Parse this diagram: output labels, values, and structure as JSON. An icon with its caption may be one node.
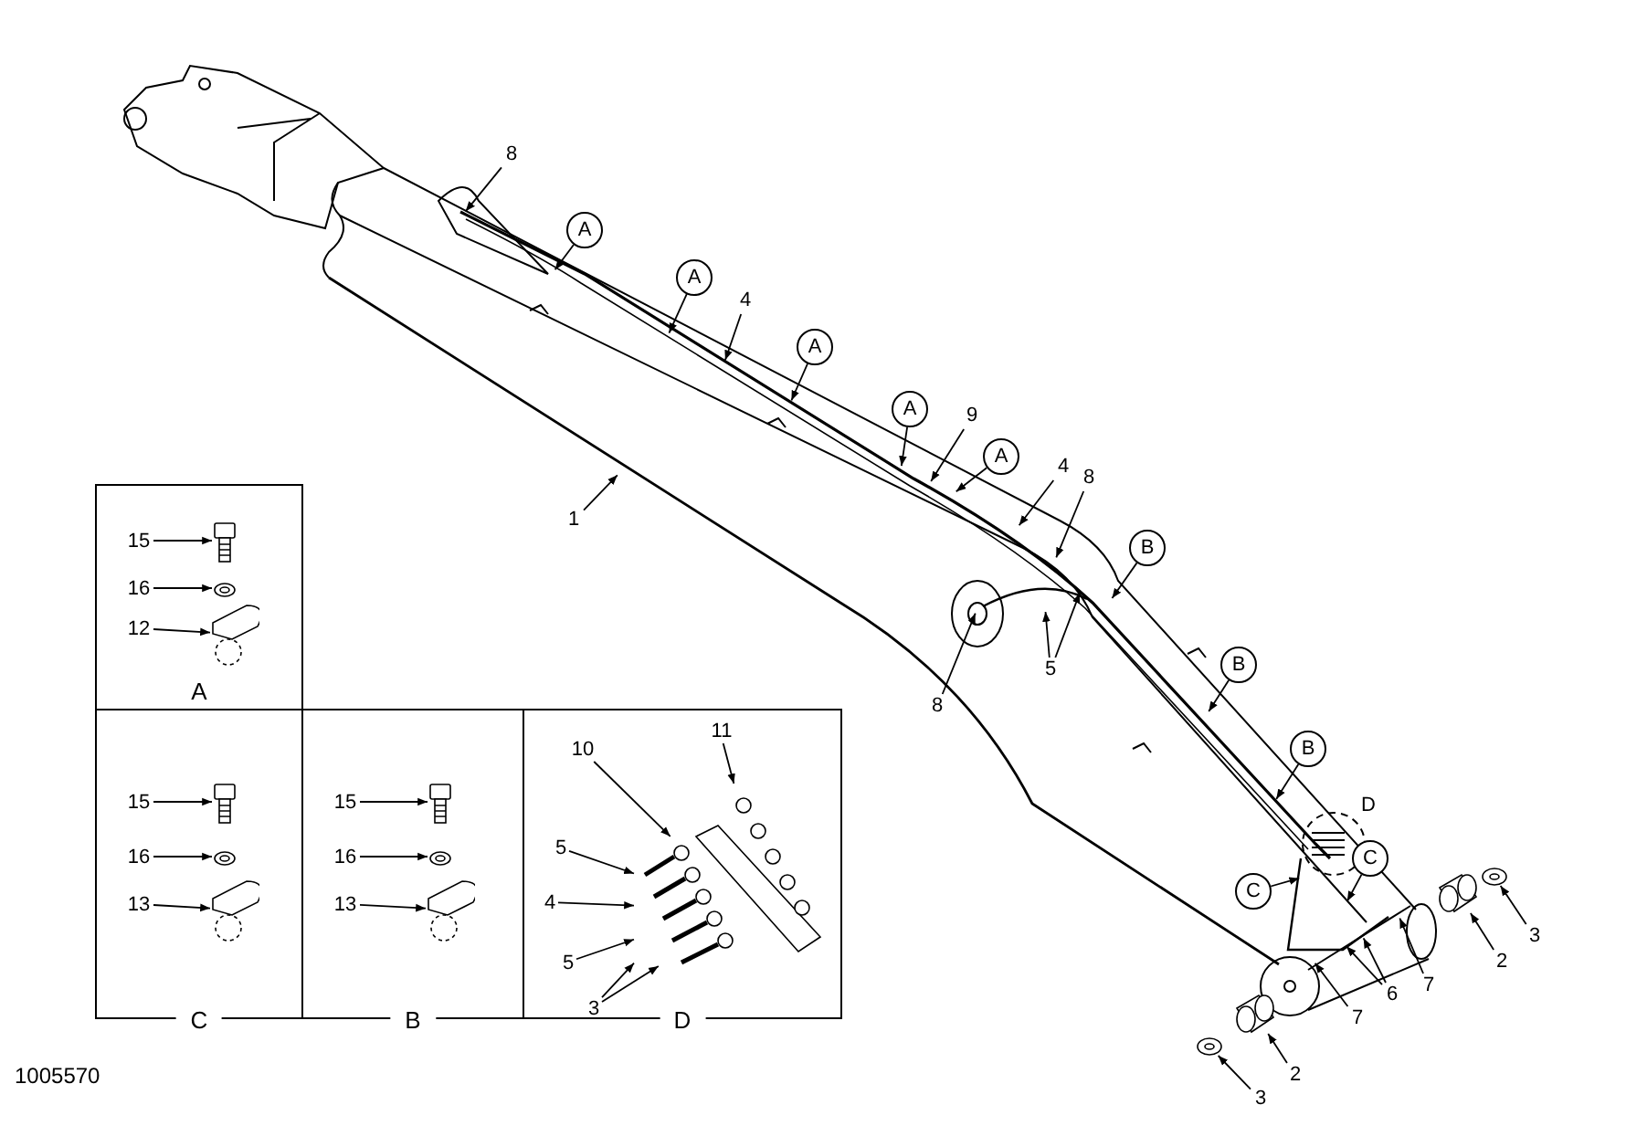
{
  "diagram": {
    "nodes": [
      {
        "text": [
          "8"
        ]
      },
      {
        "text": [
          "A"
        ]
      },
      {
        "text": [
          "A"
        ]
      },
      {
        "text": [
          "4"
        ]
      },
      {
        "text": [
          "A"
        ]
      },
      {
        "text": [
          "1"
        ]
      },
      {
        "text": [
          "A"
        ]
      },
      {
        "text": [
          "9"
        ]
      },
      {
        "text": [
          "A"
        ]
      },
      {
        "text": [
          "4"
        ]
      },
      {
        "text": [
          "8"
        ]
      },
      {
        "text": [
          "B"
        ]
      },
      {
        "text": [
          "5"
        ]
      },
      {
        "text": [
          "8"
        ]
      },
      {
        "text": [
          "B"
        ]
      },
      {
        "text": [
          "B"
        ]
      },
      {
        "text": [
          "C"
        ]
      },
      {
        "text": [
          "C"
        ]
      },
      {
        "text": [
          "6"
        ]
      },
      {
        "text": [
          "7"
        ]
      },
      {
        "text": [
          "7"
        ]
      },
      {
        "text": [
          "2"
        ]
      },
      {
        "text": [
          "3"
        ]
      },
      {
        "text": [
          "2"
        ]
      },
      {
        "text": [
          "3"
        ]
      },
      {
        "text": [
          "A"
        ]
      },
      {
        "text": [
          "15"
        ],
        "in": 25
      },
      {
        "text": [
          "16"
        ],
        "in": 25
      },
      {
        "text": [
          "12"
        ],
        "in": 25
      },
      {
        "text": [
          "C"
        ]
      },
      {
        "text": [
          "15"
        ],
        "in": 29
      },
      {
        "text": [
          "16"
        ],
        "in": 29
      },
      {
        "text": [
          "13"
        ],
        "in": 29
      },
      {
        "text": [
          "B"
        ]
      },
      {
        "text": [
          "15"
        ],
        "in": 33
      },
      {
        "text": [
          "16"
        ],
        "in": 33
      },
      {
        "text": [
          "13"
        ],
        "in": 33
      },
      {
        "text": [
          "D"
        ]
      },
      {
        "text": [
          "11"
        ],
        "in": 37
      },
      {
        "text": [
          "10"
        ],
        "in": 37
      },
      {
        "text": [
          "5"
        ],
        "in": 37
      },
      {
        "text": [
          "4"
        ],
        "in": 37
      },
      {
        "text": [
          "5"
        ],
        "in": 37
      },
      {
        "text": [
          "3"
        ],
        "in": 37
      },
      {
        "text": [],
        "shape": "picture",
        "in": 25
      },
      {
        "text": [],
        "shape": "picture",
        "in": 25
      },
      {
        "text": [],
        "shape": "picture",
        "in": 25
      },
      {
        "text": [],
        "shape": "picture",
        "in": 29
      },
      {
        "text": [],
        "shape": "picture",
        "in": 29
      },
      {
        "text": [],
        "shape": "picture",
        "in": 29
      },
      {
        "text": [],
        "shape": "picture",
        "in": 33
      },
      {
        "text": [],
        "shape": "picture",
        "in": 33
      },
      {
        "text": [],
        "shape": "picture",
        "in": 33
      },
      {
        "text": [],
        "shape": "cylinder"
      },
      {
        "text": [],
        "shape": "picture"
      },
      {
        "text": [],
        "shape": "cylinder"
      },
      {
        "text": [],
        "shape": "picture"
      },
      {
        "text": [],
        "shape": "picture",
        "in": 37
      }
    ],
    "edges": [
      {
        "from": 0,
        "to": null,
        "arrow": "to"
      },
      {
        "from": 1,
        "to": null,
        "arrow": "to"
      },
      {
        "from": 2,
        "to": null,
        "arrow": "to"
      },
      {
        "from": 3,
        "to": null,
        "arrow": "to"
      },
      {
        "from": 4,
        "to": null,
        "arrow": "to"
      },
      {
        "from": 5,
        "to": null,
        "arrow": "to"
      },
      {
        "from": 6,
        "to": null,
        "arrow": "to"
      },
      {
        "from": 7,
        "to": null,
        "arrow": "to"
      },
      {
        "from": 8,
        "to": null,
        "arrow": "to"
      },
      {
        "from": 9,
        "to": null,
        "arrow": "to"
      },
      {
        "from": 10,
        "to": null,
        "arrow": "to"
      },
      {
        "from": 11,
        "to": null,
        "arrow": "to"
      },
      {
        "from": 12,
        "to": null,
        "arrow": "to"
      },
      {
        "from": 12,
        "to": null,
        "arrow": "to"
      },
      {
        "from": 13,
        "to": null,
        "arrow": "to"
      },
      {
        "from": 14,
        "to": null,
        "arrow": "to"
      },
      {
        "from": 15,
        "to": null,
        "arrow": "to"
      },
      {
        "from": 16,
        "to": null,
        "arrow": "to"
      },
      {
        "from": 17,
        "to": null,
        "arrow": "to"
      },
      {
        "from": 18,
        "to": null,
        "arrow": "to"
      },
      {
        "from": 18,
        "to": null,
        "arrow": "to"
      },
      {
        "from": 19,
        "to": null,
        "arrow": "to"
      },
      {
        "from": 20,
        "to": null,
        "arrow": "to"
      },
      {
        "from": 21,
        "to": 53,
        "arrow": "to"
      },
      {
        "from": 22,
        "to": 54,
        "arrow": "to"
      },
      {
        "from": 23,
        "to": 55,
        "arrow": "to"
      },
      {
        "from": 24,
        "to": 56,
        "arrow": "to"
      },
      {
        "from": 26,
        "to": 44,
        "arrow": "to"
      },
      {
        "from": 27,
        "to": 45,
        "arrow": "to"
      },
      {
        "from": 28,
        "to": 46,
        "arrow": "to"
      },
      {
        "from": 30,
        "to": 47,
        "arrow": "to"
      },
      {
        "from": 31,
        "to": 48,
        "arrow": "to"
      },
      {
        "from": 32,
        "to": 49,
        "arrow": "to"
      },
      {
        "from": 34,
        "to": 50,
        "arrow": "to"
      },
      {
        "from": 35,
        "to": 51,
        "arrow": "to"
      },
      {
        "from": 36,
        "to": 52,
        "arrow": "to"
      },
      {
        "from": 38,
        "to": 57,
        "arrow": "to"
      },
      {
        "from": 39,
        "to": 57,
        "arrow": "to"
      },
      {
        "from": 40,
        "to": 57,
        "arrow": "to"
      },
      {
        "from": 41,
        "to": 57,
        "arrow": "to"
      },
      {
        "from": 42,
        "to": 57,
        "arrow": "to"
      },
      {
        "from": 43,
        "to": 57,
        "arrow": "to"
      },
      {
        "from": 43,
        "to": 57,
        "arrow": "to"
      }
    ],
    "labels": [
      "D",
      "1005570"
    ]
  }
}
